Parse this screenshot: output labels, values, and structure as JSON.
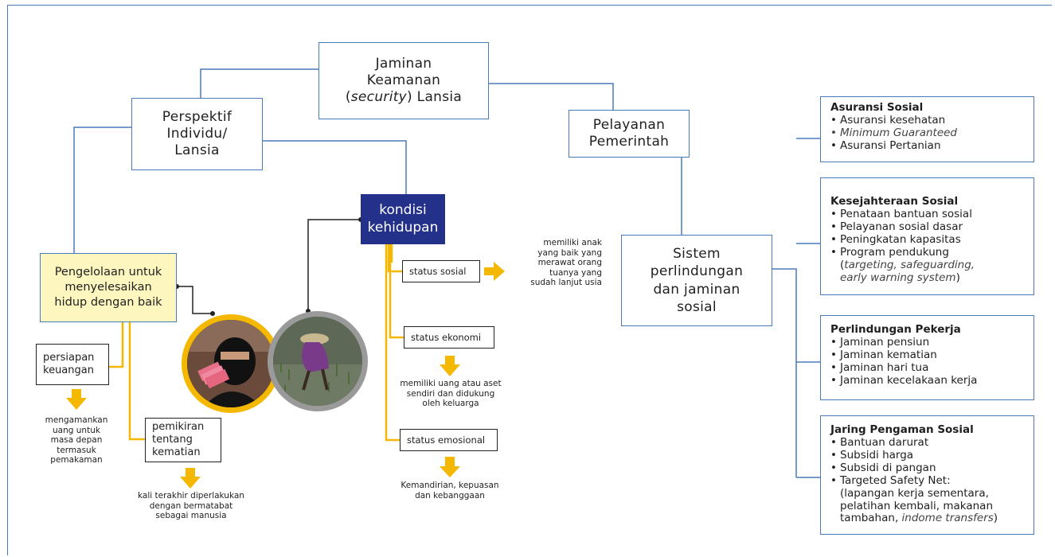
{
  "colors": {
    "line_blue": "#4a7ab8",
    "accent_yellow": "#f5b800",
    "navy": "#24318a",
    "pale_yellow": "#fdf6be",
    "ring_grey": "#9a9a9a"
  },
  "root": {
    "line1": "Jaminan",
    "line2": "Keamanan",
    "line3_paren_open": "(",
    "line3_italic": "security",
    "line3_rest": ") Lansia"
  },
  "individu": {
    "line1": "Perspektif",
    "line2": "Individu/",
    "line3": "Lansia"
  },
  "pemerintah": {
    "line1": "Pelayanan",
    "line2": "Pemerintah"
  },
  "kondisi": {
    "line1": "kondisi",
    "line2": "kehidupan"
  },
  "pengelolaan": {
    "line1": "Pengelolaan untuk",
    "line2": "menyelesaikan",
    "line3": "hidup dengan baik"
  },
  "sistem": {
    "line1": "Sistem",
    "line2": "perlindungan",
    "line3": "dan jaminan",
    "line4": "sosial"
  },
  "persiapan": {
    "line1": "persiapan",
    "line2": "keuangan",
    "note": [
      "mengamankan",
      "uang untuk",
      "masa depan",
      "termasuk",
      "pemakaman"
    ]
  },
  "pemikiran": {
    "line1": "pemikiran",
    "line2": "tentang",
    "line3": "kematian",
    "note": [
      "kali terakhir diperlakukan",
      "dengan bermatabat",
      "sebagai manusia"
    ]
  },
  "status_sosial": {
    "label": "status sosial",
    "note": [
      "memiliki anak",
      "yang baik yang",
      "merawat orang",
      "tuanya yang",
      "sudah lanjut usia"
    ]
  },
  "status_ekonomi": {
    "label": "status ekonomi",
    "note": [
      "memiliki uang atau aset",
      "sendiri dan didukung",
      "oleh keluarga"
    ]
  },
  "status_emosional": {
    "label": "status emosional",
    "note": [
      "Kemandirian, kepuasan",
      "dan kebanggaan"
    ]
  },
  "photos": {
    "left": "woman-holding-money",
    "right": "farmer-planting-rice"
  },
  "panels": {
    "asuransi": {
      "title": "Asuransi Sosial",
      "i1": "Asuransi kesehatan",
      "i2": "Minimum Guaranteed",
      "i3": "Asuransi Pertanian"
    },
    "kesejahteraan": {
      "title": "Kesejahteraan Sosial",
      "i1": "Penataan bantuan sosial",
      "i2": "Pelayanan sosial dasar",
      "i3": "Peningkatan kapasitas",
      "i4": "Program pendukung",
      "c1_open": "(",
      "c1_italic": "targeting, safeguarding,",
      "c2_italic": "early warning system",
      "c2_close": ")"
    },
    "pekerja": {
      "title": "Perlindungan Pekerja",
      "i1": "Jaminan pensiun",
      "i2": "Jaminan kematian",
      "i3": "Jaminan hari tua",
      "i4": "Jaminan kecelakaan kerja"
    },
    "jaring": {
      "title": "Jaring Pengaman Sosial",
      "i1": "Bantuan darurat",
      "i2": "Subsidi harga",
      "i3": "Subsidi di pangan",
      "i4": "Targeted Safety Net:",
      "c1": "(lapangan kerja sementara,",
      "c2": "pelatihan kembali, makanan",
      "c3_plain": "tambahan, ",
      "c3_italic": "indome transfers",
      "c3_close": ")"
    }
  }
}
